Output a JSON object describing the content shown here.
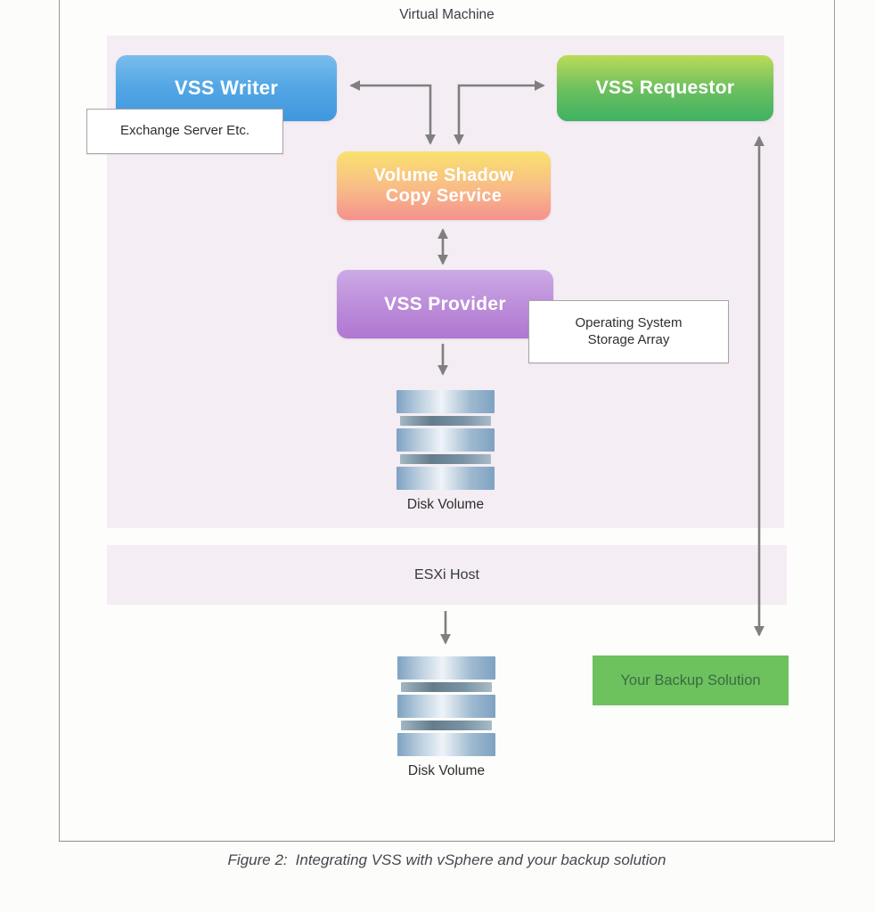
{
  "labels": {
    "virtual_machine": "Virtual Machine",
    "esxi_host": "ESXi Host"
  },
  "nodes": {
    "vss_writer": "VSS Writer",
    "vss_requestor": "VSS Requestor",
    "vscs_line1": "Volume Shadow",
    "vscs_line2": "Copy Service",
    "vss_provider": "VSS Provider",
    "backup_solution": "Your Backup Solution"
  },
  "notes": {
    "exchange": "Exchange Server Etc.",
    "os_storage_line1": "Operating System",
    "os_storage_line2": "Storage Array"
  },
  "disks": {
    "vm_disk_label": "Disk Volume",
    "esxi_disk_label": "Disk Volume"
  },
  "caption": {
    "prefix": "Figure 2:",
    "text": "Integrating VSS with vSphere and your backup solution"
  },
  "colors": {
    "vss_writer_top": "#79bdec",
    "vss_writer_bottom": "#3f97dd",
    "vss_requestor_top": "#bcdb57",
    "vss_requestor_bottom": "#3fb263",
    "vscs_top": "#fae26e",
    "vscs_bottom": "#f5918c",
    "vss_provider_top": "#cbaae6",
    "vss_provider_bottom": "#b077d1",
    "backup_solution_fill": "#6dc25e",
    "panel_pink": "#f5edf4",
    "arrow_gray": "#7f7f7f",
    "disk_steel_blue": "#7ea2c2"
  }
}
